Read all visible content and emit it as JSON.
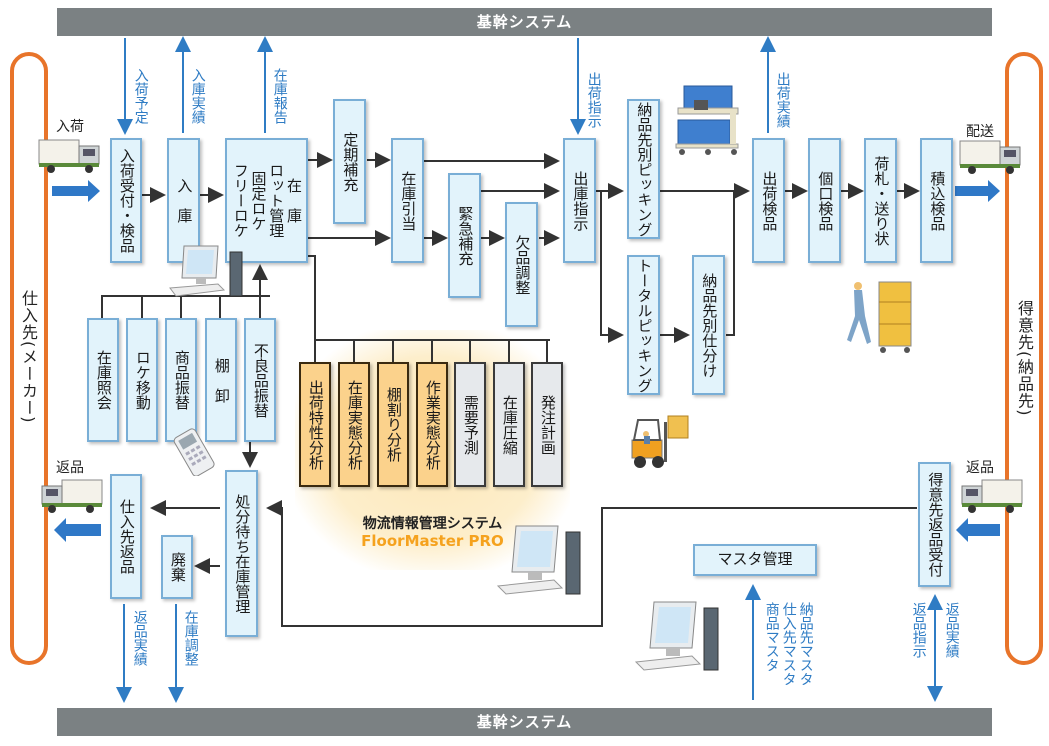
{
  "top_bar": {
    "label": "基幹システム"
  },
  "bottom_bar": {
    "label": "基幹システム"
  },
  "left_party": {
    "label": "仕入先(メーカー)"
  },
  "right_party": {
    "label": "得意先(納品先)"
  },
  "labels": {
    "inbound": "入荷",
    "delivery": "配送",
    "return_left": "返品",
    "return_right": "返品"
  },
  "upper_flow_labels": {
    "arrival_schedule": "入荷予定",
    "receipt_results": "入庫実績",
    "inventory_report": "在庫報告",
    "shipping_instruction": "出荷指示",
    "shipping_results": "出荷実績"
  },
  "lower_flow_labels": {
    "return_results_left": "返品実績",
    "inventory_adjustment": "在庫調整",
    "masters": [
      "納品先マスタ",
      "仕入先マスタ",
      "商品マスタ"
    ],
    "return_instruction": "返品指示",
    "return_results_right": "返品実績"
  },
  "process_boxes": {
    "receiving_inspection": "入荷受付・検品",
    "warehousing": "入　庫",
    "inventory_main": [
      "在　庫",
      "ロット管理",
      "固定ロケ",
      "フリーロケ"
    ],
    "periodic_replenish": "定期補充",
    "allocation": "在庫引当",
    "urgent_replenish": "緊急補充",
    "shortage_adjust": "欠品調整",
    "picking_instruction": "出庫指示",
    "picking_by_customer": "納品先別ピッキング",
    "total_picking": "トータルピッキング",
    "sort_by_customer": "納品先別仕分け",
    "shipping_inspection": "出荷検品",
    "unit_inspection": "個口検品",
    "labels_slips": "荷札・送り状",
    "loading_inspection": "積込検品"
  },
  "inventory_ops": [
    "在庫照会",
    "ロケ移動",
    "商品振替",
    "棚　卸",
    "不良品振替"
  ],
  "disposal": {
    "pending_inventory": "処分待ち在庫管理",
    "supplier_return": "仕入先返品",
    "discard": "廃棄",
    "customer_return": "得意先返品受付",
    "master_mgmt": "マスタ管理"
  },
  "analytics": {
    "title": "物流情報管理システム",
    "product": "FloorMaster PRO",
    "modules": [
      {
        "label": "出荷特性分析",
        "kind": "orange"
      },
      {
        "label": "在庫実態分析",
        "kind": "orange"
      },
      {
        "label": "棚割り分析",
        "kind": "orange"
      },
      {
        "label": "作業実態分析",
        "kind": "orange"
      },
      {
        "label": "需要予測",
        "kind": "gray"
      },
      {
        "label": "在庫圧縮",
        "kind": "gray"
      },
      {
        "label": "発注計画",
        "kind": "gray"
      }
    ]
  },
  "colors": {
    "system_bar": "#7b8183",
    "party_outline": "#e8742a",
    "box_fill": "#e2f3fb",
    "box_border": "#79aed6",
    "data_flow": "#2f7cc4",
    "analysis_orange": "#fbd28c",
    "analysis_gray": "#e6e9ec",
    "product_name": "#f5a21e"
  }
}
